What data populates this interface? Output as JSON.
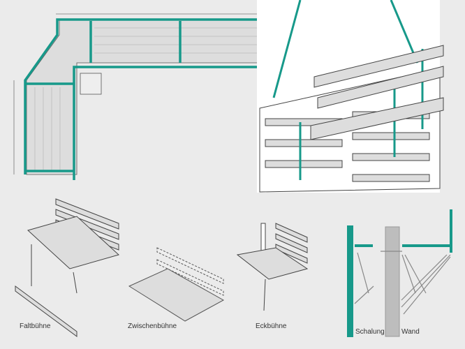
{
  "colors": {
    "teal": "#17998a",
    "wood": "#d9d9d9",
    "background": "#ebebeb"
  },
  "labels": {
    "faltbuehne": "Faltbühne",
    "zwischenbuehne": "Zwischenbühne",
    "eckbuehne": "Eckbühne",
    "schalung": "Schalung",
    "wand": "Wand"
  }
}
